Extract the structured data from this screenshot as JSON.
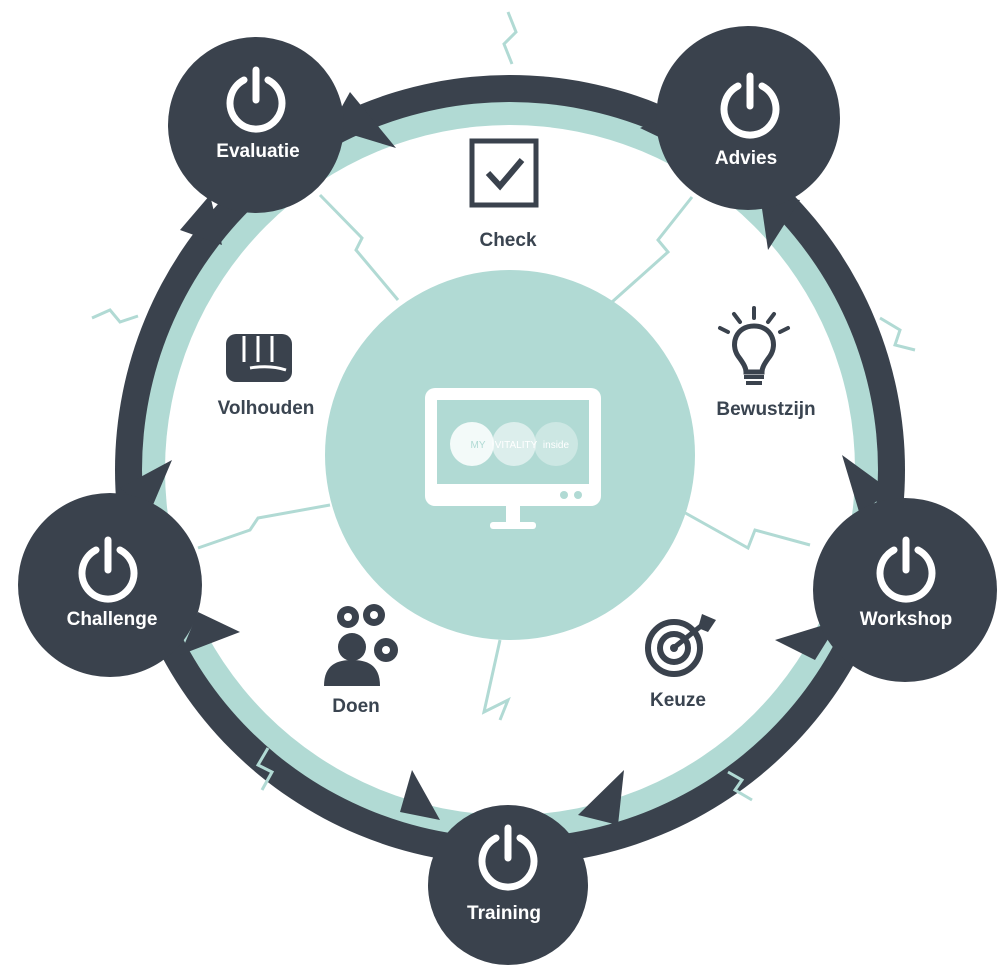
{
  "colors": {
    "dark": "#3a424d",
    "accent": "#b1dad4",
    "white": "#ffffff"
  },
  "stages": [
    {
      "id": "evaluatie",
      "label": "Evaluatie",
      "icon": "power-icon"
    },
    {
      "id": "advies",
      "label": "Advies",
      "icon": "power-icon"
    },
    {
      "id": "workshop",
      "label": "Workshop",
      "icon": "power-icon"
    },
    {
      "id": "training",
      "label": "Training",
      "icon": "power-icon"
    },
    {
      "id": "challenge",
      "label": "Challenge",
      "icon": "power-icon"
    }
  ],
  "segments": [
    {
      "id": "check",
      "label": "Check",
      "icon": "checkbox-icon"
    },
    {
      "id": "bewustzijn",
      "label": "Bewustzijn",
      "icon": "lightbulb-icon"
    },
    {
      "id": "keuze",
      "label": "Keuze",
      "icon": "target-icon"
    },
    {
      "id": "doen",
      "label": "Doen",
      "icon": "gears-person-icon"
    },
    {
      "id": "volhouden",
      "label": "Volhouden",
      "icon": "fist-icon"
    }
  ],
  "center": {
    "icon": "monitor-icon",
    "logo_words": [
      "MY",
      "VITALITY",
      "inside"
    ]
  }
}
